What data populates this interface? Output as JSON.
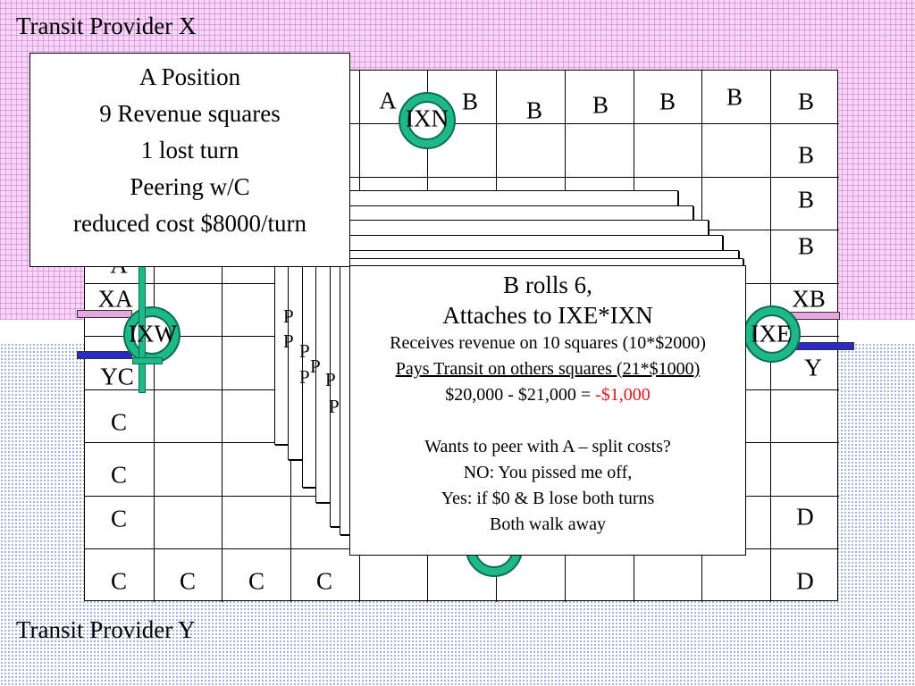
{
  "regions": {
    "top_label": "Transit Provider X",
    "bottom_label": "Transit Provider Y"
  },
  "board": {
    "cells": [
      {
        "id": "r0c4-a",
        "text": "A"
      },
      {
        "id": "r0c5-b",
        "text": "B"
      },
      {
        "id": "r0c6-b",
        "text": "B"
      },
      {
        "id": "r0c7-b",
        "text": "B"
      },
      {
        "id": "r0c8-b",
        "text": "B"
      },
      {
        "id": "r0c9-b",
        "text": "B"
      },
      {
        "id": "r0c10-b",
        "text": "B"
      },
      {
        "id": "r1c10-b",
        "text": "B"
      },
      {
        "id": "r2c10-b",
        "text": "B"
      },
      {
        "id": "r3c10-b",
        "text": "B"
      },
      {
        "id": "r3c0-a",
        "text": "A"
      },
      {
        "id": "r4c0-xa",
        "text": "XA"
      },
      {
        "id": "r4c10-xb",
        "text": "XB"
      },
      {
        "id": "r5c0-yc",
        "text": "YC"
      },
      {
        "id": "r5c10-y",
        "text": "Y"
      },
      {
        "id": "r6c0-c",
        "text": "C"
      },
      {
        "id": "r7c0-c",
        "text": "C"
      },
      {
        "id": "r8c0-c",
        "text": "C"
      },
      {
        "id": "r8c10-d",
        "text": "D"
      },
      {
        "id": "r9c0-c",
        "text": "C"
      },
      {
        "id": "r9c1-c",
        "text": "C"
      },
      {
        "id": "r9c2-c",
        "text": "C"
      },
      {
        "id": "r9c3-c",
        "text": "C"
      },
      {
        "id": "r9c10-d",
        "text": "D"
      }
    ],
    "exchanges": {
      "north": "IXN",
      "west": "IXW",
      "east": "IXE"
    }
  },
  "card_a": {
    "lines": [
      "A Position",
      "9 Revenue squares",
      "1 lost turn",
      "Peering w/C",
      "reduced cost $8000/turn"
    ]
  },
  "stacked_peeks": [
    "P",
    "P",
    "P",
    "P",
    "P",
    "P",
    "P"
  ],
  "card_b": {
    "title1": "B rolls 6,",
    "title2": "Attaches to IXE*IXN",
    "revenue": "Receives revenue on 10 squares (10*$2000)",
    "transit": "Pays Transit on others squares (21*$1000)",
    "net_prefix": "$20,000 - $21,000 = ",
    "net_value": "-$1,000",
    "question": "Wants to peer with A – split costs?",
    "answer_no": "NO: You pissed me off,",
    "answer_yes": "Yes: if $0 & B lose both turns",
    "outcome": "Both walk away"
  },
  "colors": {
    "exchange_green": "#1fb888",
    "negative_red": "#e0141e",
    "region_x_pink": "#f6d8f6",
    "link_pink": "#e8a6e0",
    "link_blue": "#2a2ac8"
  }
}
